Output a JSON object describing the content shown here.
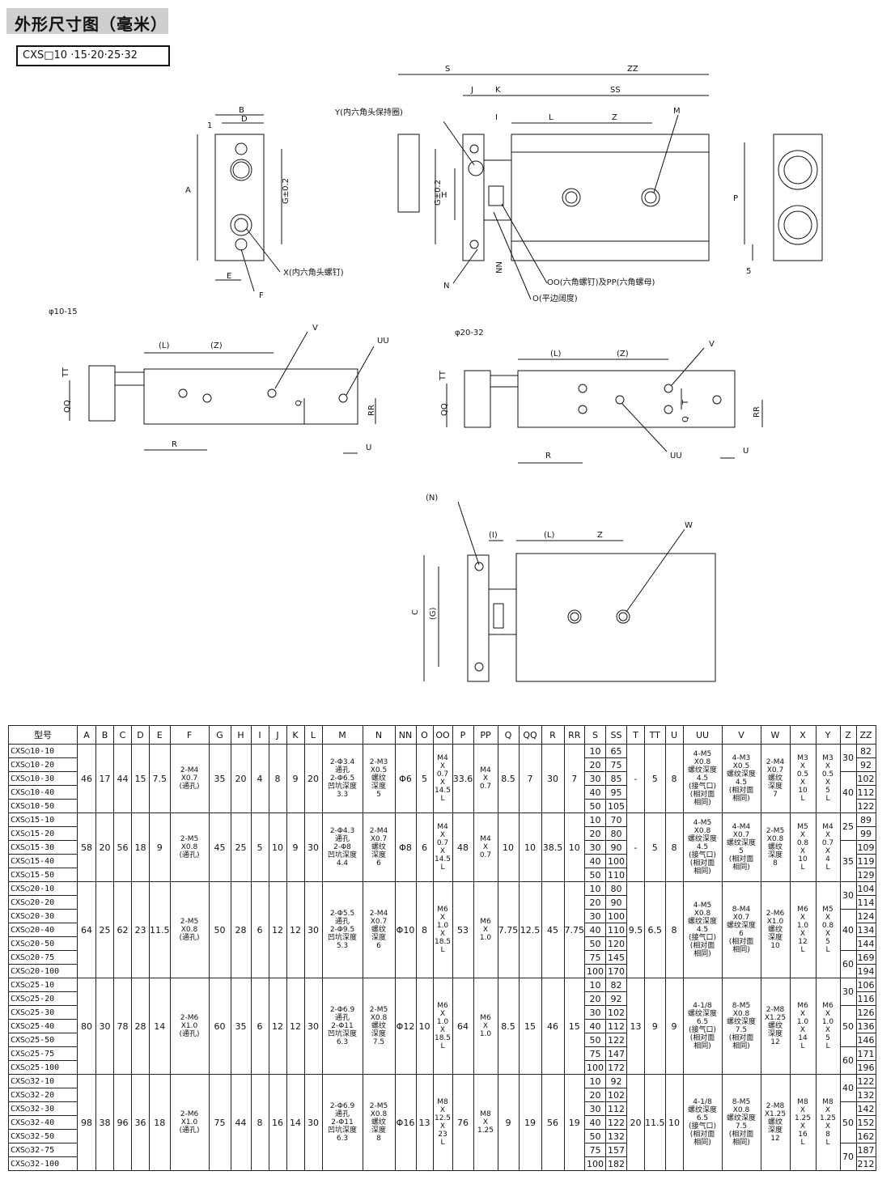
{
  "header": {
    "title": "外形尺寸图（毫米）",
    "model_series": "CXS□10 ·15·20·25·32"
  },
  "drawing_labels": {
    "side_view": {
      "B": "B",
      "D": "D",
      "one": "1",
      "A": "A",
      "G": "G±0.2",
      "E": "E",
      "F": "F",
      "X": "X(内六角头螺钉)"
    },
    "top_view": {
      "S": "S",
      "ZZ": "ZZ",
      "J": "J",
      "K": "K",
      "SS": "SS",
      "Y": "Y(内六角头保持圈)",
      "I": "I",
      "L": "L",
      "Z": "Z",
      "M": "M",
      "H": "H",
      "G": "G±0.2",
      "N": "N",
      "NN": "NN",
      "OO": "OO(六角螺钉)及PP(六角螺母)",
      "O": "O(平边阔度)"
    },
    "end_view": {
      "P": "P",
      "five": "5"
    },
    "phi10": {
      "caption": "φ10-15",
      "L": "(L)",
      "Z": "(Z)",
      "V": "V",
      "UU": "UU",
      "TT": "TT",
      "QQ": "QQ",
      "Q": "Q",
      "RR": "RR",
      "R": "R",
      "U": "U"
    },
    "phi20": {
      "caption": "φ20-32",
      "L": "(L)",
      "Z": "(Z)",
      "V": "V",
      "TT": "TT",
      "QQ": "QQ",
      "T": "T",
      "Q": "Q",
      "RR": "RR",
      "R": "R",
      "UU": "UU",
      "U": "U"
    },
    "bottom_view": {
      "N": "(N)",
      "I": "(I)",
      "L": "(L)",
      "Z": "Z",
      "W": "W",
      "C": "C",
      "G": "(G)"
    }
  },
  "table": {
    "headers": [
      "型号",
      "A",
      "B",
      "C",
      "D",
      "E",
      "F",
      "G",
      "H",
      "I",
      "J",
      "K",
      "L",
      "M",
      "N",
      "NN",
      "O",
      "OO",
      "P",
      "PP",
      "Q",
      "QQ",
      "R",
      "RR",
      "S",
      "SS",
      "T",
      "TT",
      "U",
      "UU",
      "V",
      "W",
      "X",
      "Y",
      "Z",
      "ZZ"
    ],
    "groups": [
      {
        "models": [
          "CXS○10-10",
          "CXS○10-20",
          "CXS○10-30",
          "CXS○10-40",
          "CXS○10-50"
        ],
        "A": "46",
        "B": "17",
        "C": "44",
        "D": "15",
        "E": "7.5",
        "F": "2-M4\nX0.7\n(通孔)",
        "G": "35",
        "H": "20",
        "I": "4",
        "J": "8",
        "K": "9",
        "L": "20",
        "M": "2-Φ3.4\n通孔\n2-Φ6.5\n凹坑深度\n3.3",
        "N": "2-M3\nX0.5\n螺纹\n深度\n5",
        "NN": "Φ6",
        "O": "5",
        "OO": "M4\nX\n0.7\nX\n14.5\nL",
        "P": "33.6",
        "PP": "M4\nX\n0.7",
        "Q": "8.5",
        "QQ": "7",
        "R": "30",
        "RR": "7",
        "S": [
          "10",
          "20",
          "30",
          "40",
          "50"
        ],
        "SS": [
          "65",
          "75",
          "85",
          "95",
          "105"
        ],
        "T": "-",
        "TT": "5",
        "U": "8",
        "UU": "4-M5\nX0.8\n螺纹深度\n4.5\n(接气口)\n(相对面\n相同)",
        "V": "4-M3\nX0.5\n螺纹深度\n4.5\n(相对面\n相同)",
        "W": "2-M4\nX0.7\n螺纹\n深度\n7",
        "X": "M3\nX\n0.5\nX\n10\nL",
        "Y": "M3\nX\n0.5\nX\n5\nL",
        "Z": [
          {
            "v": "30",
            "span": 2
          },
          {
            "v": "40",
            "span": 3
          }
        ],
        "ZZ": [
          "82",
          "92",
          "102",
          "112",
          "122"
        ]
      },
      {
        "models": [
          "CXS○15-10",
          "CXS○15-20",
          "CXS○15-30",
          "CXS○15-40",
          "CXS○15-50"
        ],
        "A": "58",
        "B": "20",
        "C": "56",
        "D": "18",
        "E": "9",
        "F": "2-M5\nX0.8\n(通孔)",
        "G": "45",
        "H": "25",
        "I": "5",
        "J": "10",
        "K": "9",
        "L": "30",
        "M": "2-Φ4.3\n通孔\n2-Φ8\n凹坑深度\n4.4",
        "N": "2-M4\nX0.7\n螺纹\n深度\n6",
        "NN": "Φ8",
        "O": "6",
        "OO": "M4\nX\n0.7\nX\n14.5\nL",
        "P": "48",
        "PP": "M4\nX\n0.7",
        "Q": "10",
        "QQ": "10",
        "R": "38.5",
        "RR": "10",
        "S": [
          "10",
          "20",
          "30",
          "40",
          "50"
        ],
        "SS": [
          "70",
          "80",
          "90",
          "100",
          "110"
        ],
        "T": "-",
        "TT": "5",
        "U": "8",
        "UU": "4-M5\nX0.8\n螺纹深度\n4.5\n(接气口)\n(相对面\n相同)",
        "V": "4-M4\nX0.7\n螺纹深度\n5\n(相对面\n相同)",
        "W": "2-M5\nX0.8\n螺纹\n深度\n8",
        "X": "M5\nX\n0.8\nX\n10\nL",
        "Y": "M4\nX\n0.7\nX\n4\nL",
        "Z": [
          {
            "v": "25",
            "span": 2
          },
          {
            "v": "35",
            "span": 3
          }
        ],
        "ZZ": [
          "89",
          "99",
          "109",
          "119",
          "129"
        ]
      },
      {
        "models": [
          "CXS○20-10",
          "CXS○20-20",
          "CXS○20-30",
          "CXS○20-40",
          "CXS○20-50",
          "CXS○20-75",
          "CXS○20-100"
        ],
        "A": "64",
        "B": "25",
        "C": "62",
        "D": "23",
        "E": "11.5",
        "F": "2-M5\nX0.8\n(通孔)",
        "G": "50",
        "H": "28",
        "I": "6",
        "J": "12",
        "K": "12",
        "L": "30",
        "M": "2-Φ5.5\n通孔\n2-Φ9.5\n凹坑深度\n5.3",
        "N": "2-M4\nX0.7\n螺纹\n深度\n6",
        "NN": "Φ10",
        "O": "8",
        "OO": "M6\nX\n1.0\nX\n18.5\nL",
        "P": "53",
        "PP": "M6\nX\n1.0",
        "Q": "7.75",
        "QQ": "12.5",
        "R": "45",
        "RR": "7.75",
        "S": [
          "10",
          "20",
          "30",
          "40",
          "50",
          "75",
          "100"
        ],
        "SS": [
          "80",
          "90",
          "100",
          "110",
          "120",
          "145",
          "170"
        ],
        "T": "9.5",
        "TT": "6.5",
        "U": "8",
        "UU": "4-M5\nX0.8\n螺纹深度\n4.5\n(接气口)\n(相对面\n相同)",
        "V": "8-M4\nX0.7\n螺纹深度\n6\n(相对面\n相同)",
        "W": "2-M6\nX1.0\n螺纹\n深度\n10",
        "X": "M6\nX\n1.0\nX\n12\nL",
        "Y": "M5\nX\n0.8\nX\n5\nL",
        "Z": [
          {
            "v": "30",
            "span": 2
          },
          {
            "v": "40",
            "span": 3
          },
          {
            "v": "60",
            "span": 2
          }
        ],
        "ZZ": [
          "104",
          "114",
          "124",
          "134",
          "144",
          "169",
          "194"
        ]
      },
      {
        "models": [
          "CXS○25-10",
          "CXS○25-20",
          "CXS○25-30",
          "CXS○25-40",
          "CXS○25-50",
          "CXS○25-75",
          "CXS○25-100"
        ],
        "A": "80",
        "B": "30",
        "C": "78",
        "D": "28",
        "E": "14",
        "F": "2-M6\nX1.0\n(通孔)",
        "G": "60",
        "H": "35",
        "I": "6",
        "J": "12",
        "K": "12",
        "L": "30",
        "M": "2-Φ6.9\n通孔\n2-Φ11\n凹坑深度\n6.3",
        "N": "2-M5\nX0.8\n螺纹\n深度\n7.5",
        "NN": "Φ12",
        "O": "10",
        "OO": "M6\nX\n1.0\nX\n18.5\nL",
        "P": "64",
        "PP": "M6\nX\n1.0",
        "Q": "8.5",
        "QQ": "15",
        "R": "46",
        "RR": "15",
        "S": [
          "10",
          "20",
          "30",
          "40",
          "50",
          "75",
          "100"
        ],
        "SS": [
          "82",
          "92",
          "102",
          "112",
          "122",
          "147",
          "172"
        ],
        "T": "13",
        "TT": "9",
        "U": "9",
        "UU": "4-1/8\n螺纹深度\n6.5\n(接气口)\n(相对面\n相同)",
        "V": "8-M5\nX0.8\n螺纹深度\n7.5\n(相对面\n相同)",
        "W": "2-M8\nX1.25\n螺纹\n深度\n12",
        "X": "M6\nX\n1.0\nX\n14\nL",
        "Y": "M6\nX\n1.0\nX\n5\nL",
        "Z": [
          {
            "v": "30",
            "span": 2
          },
          {
            "v": "50",
            "span": 3
          },
          {
            "v": "60",
            "span": 2
          }
        ],
        "ZZ": [
          "106",
          "116",
          "126",
          "136",
          "146",
          "171",
          "196"
        ]
      },
      {
        "models": [
          "CXS○32-10",
          "CXS○32-20",
          "CXS○32-30",
          "CXS○32-40",
          "CXS○32-50",
          "CXS○32-75",
          "CXS○32-100"
        ],
        "A": "98",
        "B": "38",
        "C": "96",
        "D": "36",
        "E": "18",
        "F": "2-M6\nX1.0\n(通孔)",
        "G": "75",
        "H": "44",
        "I": "8",
        "J": "16",
        "K": "14",
        "L": "30",
        "M": "2-Φ6.9\n通孔\n2-Φ11\n凹坑深度\n6.3",
        "N": "2-M5\nX0.8\n螺纹\n深度\n8",
        "NN": "Φ16",
        "O": "13",
        "OO": "M8\nX\n12.5\nX\n23\nL",
        "P": "76",
        "PP": "M8\nX\n1.25",
        "Q": "9",
        "QQ": "19",
        "R": "56",
        "RR": "19",
        "S": [
          "10",
          "20",
          "30",
          "40",
          "50",
          "75",
          "100"
        ],
        "SS": [
          "92",
          "102",
          "112",
          "122",
          "132",
          "157",
          "182"
        ],
        "T": "20",
        "TT": "11.5",
        "U": "10",
        "UU": "4-1/8\n螺纹深度\n6.5\n(接气口)\n(相对面\n相同)",
        "V": "8-M5\nX0.8\n螺纹深度\n7.5\n(相对面\n相同)",
        "W": "2-M8\nX1.25\n螺纹\n深度\n12",
        "X": "M8\nX\n1.25\nX\n16\nL",
        "Y": "M8\nX\n1.25\nX\n8\nL",
        "Z": [
          {
            "v": "40",
            "span": 2
          },
          {
            "v": "50",
            "span": 3
          },
          {
            "v": "70",
            "span": 2
          }
        ],
        "ZZ": [
          "122",
          "132",
          "142",
          "152",
          "162",
          "187",
          "212"
        ]
      }
    ]
  }
}
